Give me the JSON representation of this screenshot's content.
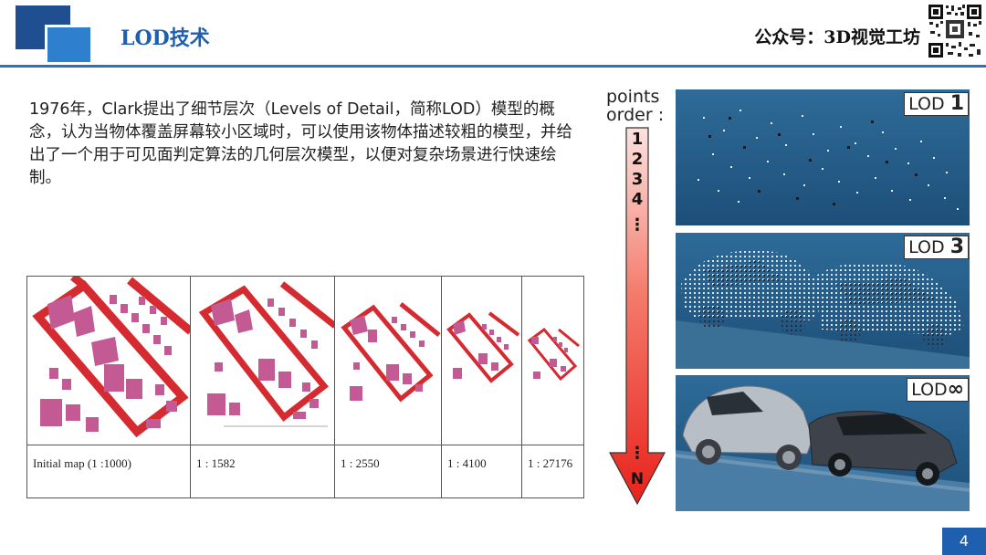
{
  "header": {
    "title": "LOD技术",
    "account": "公众号：3D视觉工坊"
  },
  "intro": "1976年，Clark提出了细节层次（Levels of Detail，简称LOD）模型的概念，认为当物体覆盖屏幕较小区域时，可以使用该物体描述较粗的模型，并给出了一个用于可见面判定算法的几何层次模型，以便对复杂场景进行快速绘制。",
  "map_table": {
    "captions": [
      "Initial map (1 :1000)",
      "1 : 1582",
      "1 : 2550",
      "1 : 4100",
      "1 : 27176"
    ]
  },
  "points": {
    "label_line1": "points",
    "label_line2": "order :",
    "order": [
      "1",
      "2",
      "3",
      "4"
    ],
    "ellipsis": "⋮",
    "last": "N"
  },
  "lod_panels": [
    {
      "label": "LOD ",
      "level": "1"
    },
    {
      "label": "LOD ",
      "level": "3"
    },
    {
      "label": "LOD",
      "level": "∞"
    }
  ],
  "page_number": "4",
  "colors": {
    "brand_blue": "#1f5fb0",
    "map_red": "#d42a30",
    "building_pink": "#c45a94",
    "arrow_red": "#e8221b"
  }
}
